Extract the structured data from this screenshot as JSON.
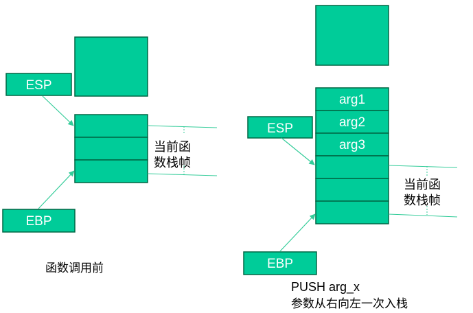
{
  "left_panel": {
    "esp_label": "ESP",
    "ebp_label": "EBP",
    "frame_label_line1": "当前函",
    "frame_label_line2": "数栈帧",
    "caption": "函数调用前"
  },
  "right_panel": {
    "esp_label": "ESP",
    "ebp_label": "EBP",
    "args": [
      "arg1",
      "arg2",
      "arg3"
    ],
    "frame_label_line1": "当前函",
    "frame_label_line2": "数栈帧",
    "caption_line1": "PUSH arg_x",
    "caption_line2": "参数从右向左一次入栈"
  },
  "colors": {
    "fill": "#00CC99",
    "stroke": "#006644",
    "arrow": "#33CC99"
  }
}
